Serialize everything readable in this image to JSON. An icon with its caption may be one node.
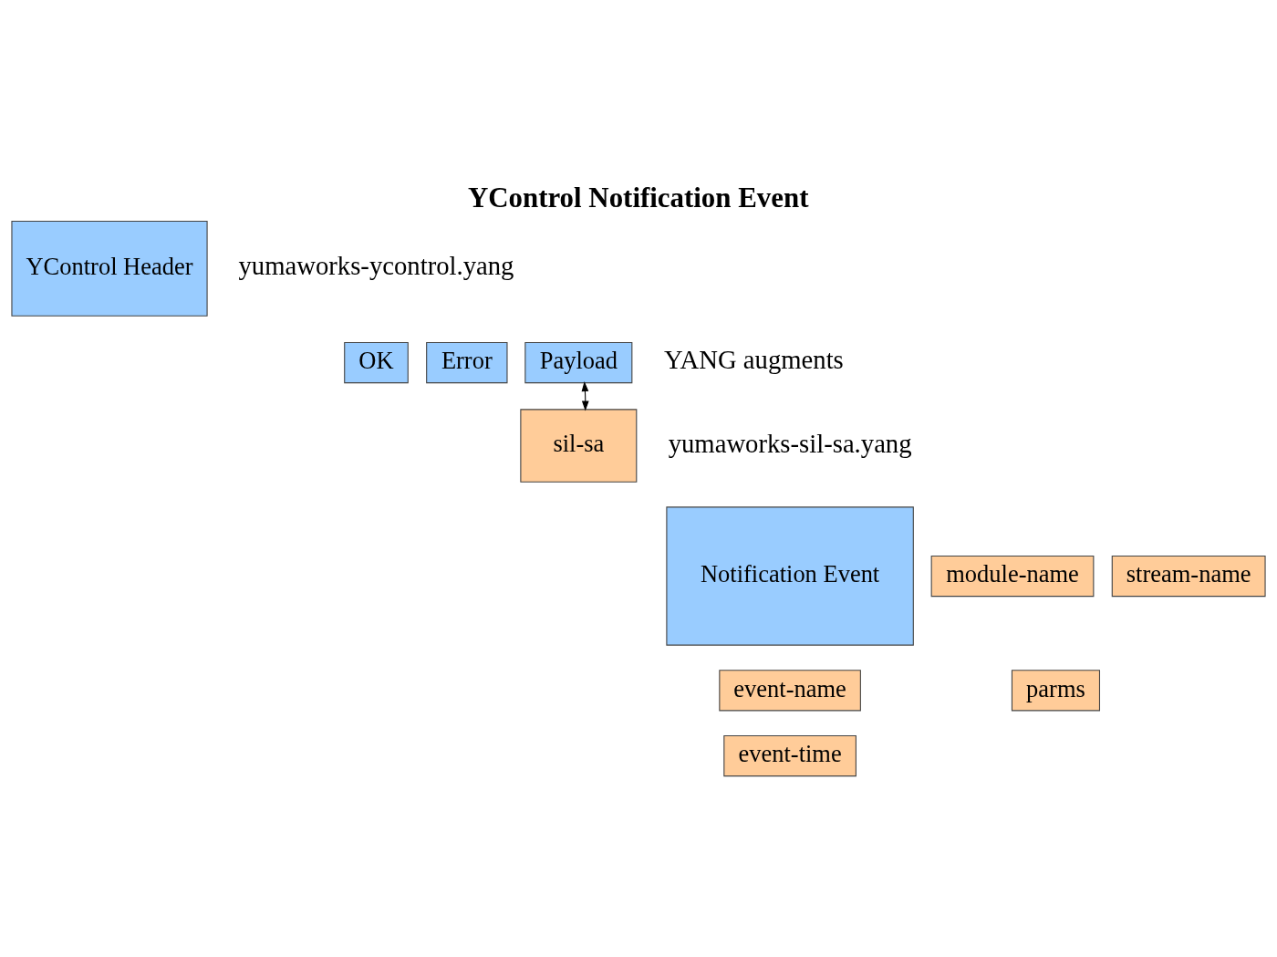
{
  "diagram": {
    "title": "YControl Notification Event",
    "nodes": [
      {
        "text": [
          "YControl Header"
        ]
      },
      {
        "text": [
          "OK"
        ]
      },
      {
        "text": [
          "Error"
        ]
      },
      {
        "text": [
          "Payload"
        ]
      },
      {
        "text": [
          "sil-sa"
        ]
      },
      {
        "text": [
          "Notification Event"
        ]
      },
      {
        "text": [
          "module-name"
        ]
      },
      {
        "text": [
          "stream-name"
        ]
      },
      {
        "text": [
          "event-name"
        ]
      },
      {
        "text": [
          "parms"
        ]
      },
      {
        "text": [
          "event-time"
        ]
      }
    ],
    "edges": [
      {
        "from": 3,
        "to": 4,
        "arrow": "both"
      }
    ],
    "labels": [
      "yumaworks-ycontrol.yang",
      "YANG augments",
      "yumaworks-sil-sa.yang"
    ]
  }
}
